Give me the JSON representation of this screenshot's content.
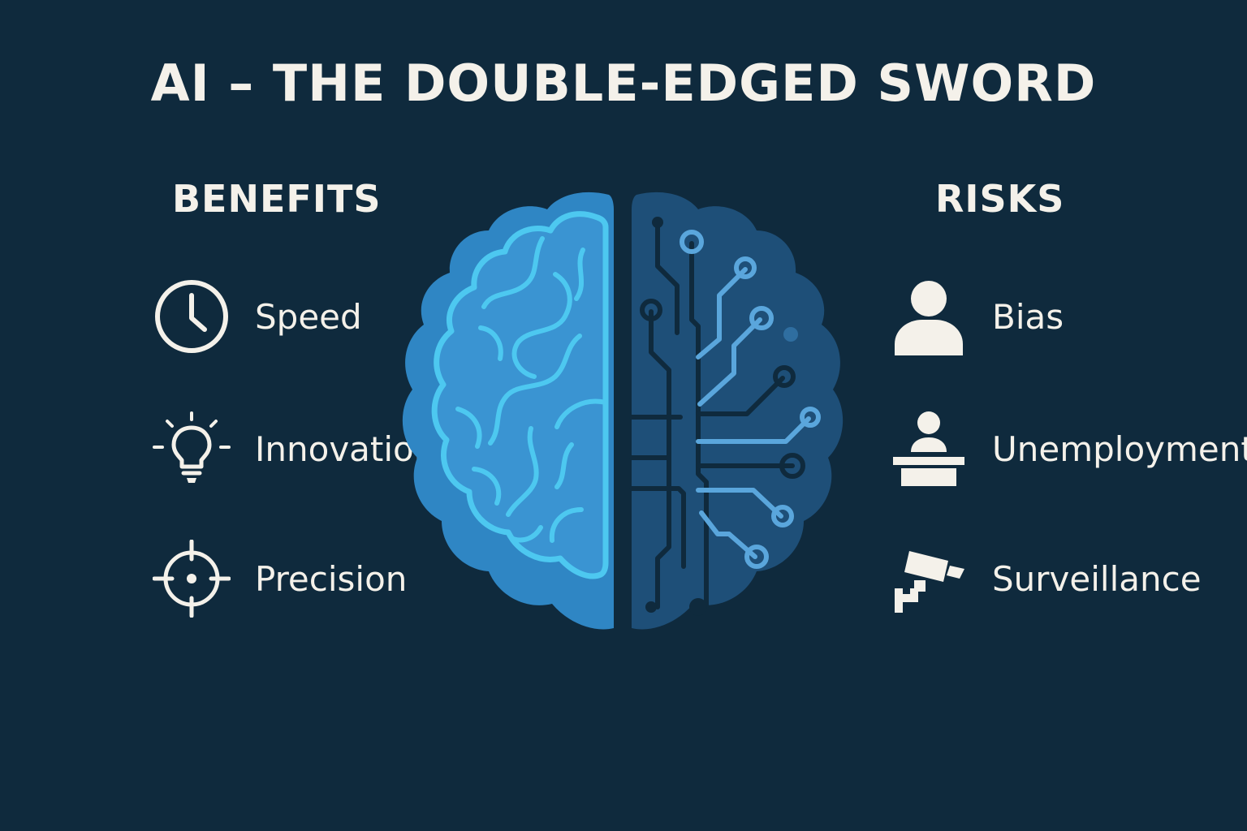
{
  "title": "AI – THE DOUBLE-EDGED SWORD",
  "benefits": {
    "heading": "BENEFITS",
    "items": [
      {
        "label": "Speed",
        "icon": "clock-icon"
      },
      {
        "label": "Innovation",
        "icon": "lightbulb-icon"
      },
      {
        "label": "Precision",
        "icon": "crosshair-icon"
      }
    ]
  },
  "risks": {
    "heading": "RISKS",
    "items": [
      {
        "label": "Bias",
        "icon": "person-icon"
      },
      {
        "label": "Unemployment",
        "icon": "person-at-desk-icon"
      },
      {
        "label": "Surveillance",
        "icon": "security-camera-icon"
      }
    ]
  },
  "colors": {
    "background": "#0f2a3d",
    "text": "#f4f1ea",
    "brain_left": "#2f86c4",
    "brain_left_outline": "#4dc8f0",
    "brain_right": "#1e4f78",
    "circuit": "#5aa6dc"
  }
}
